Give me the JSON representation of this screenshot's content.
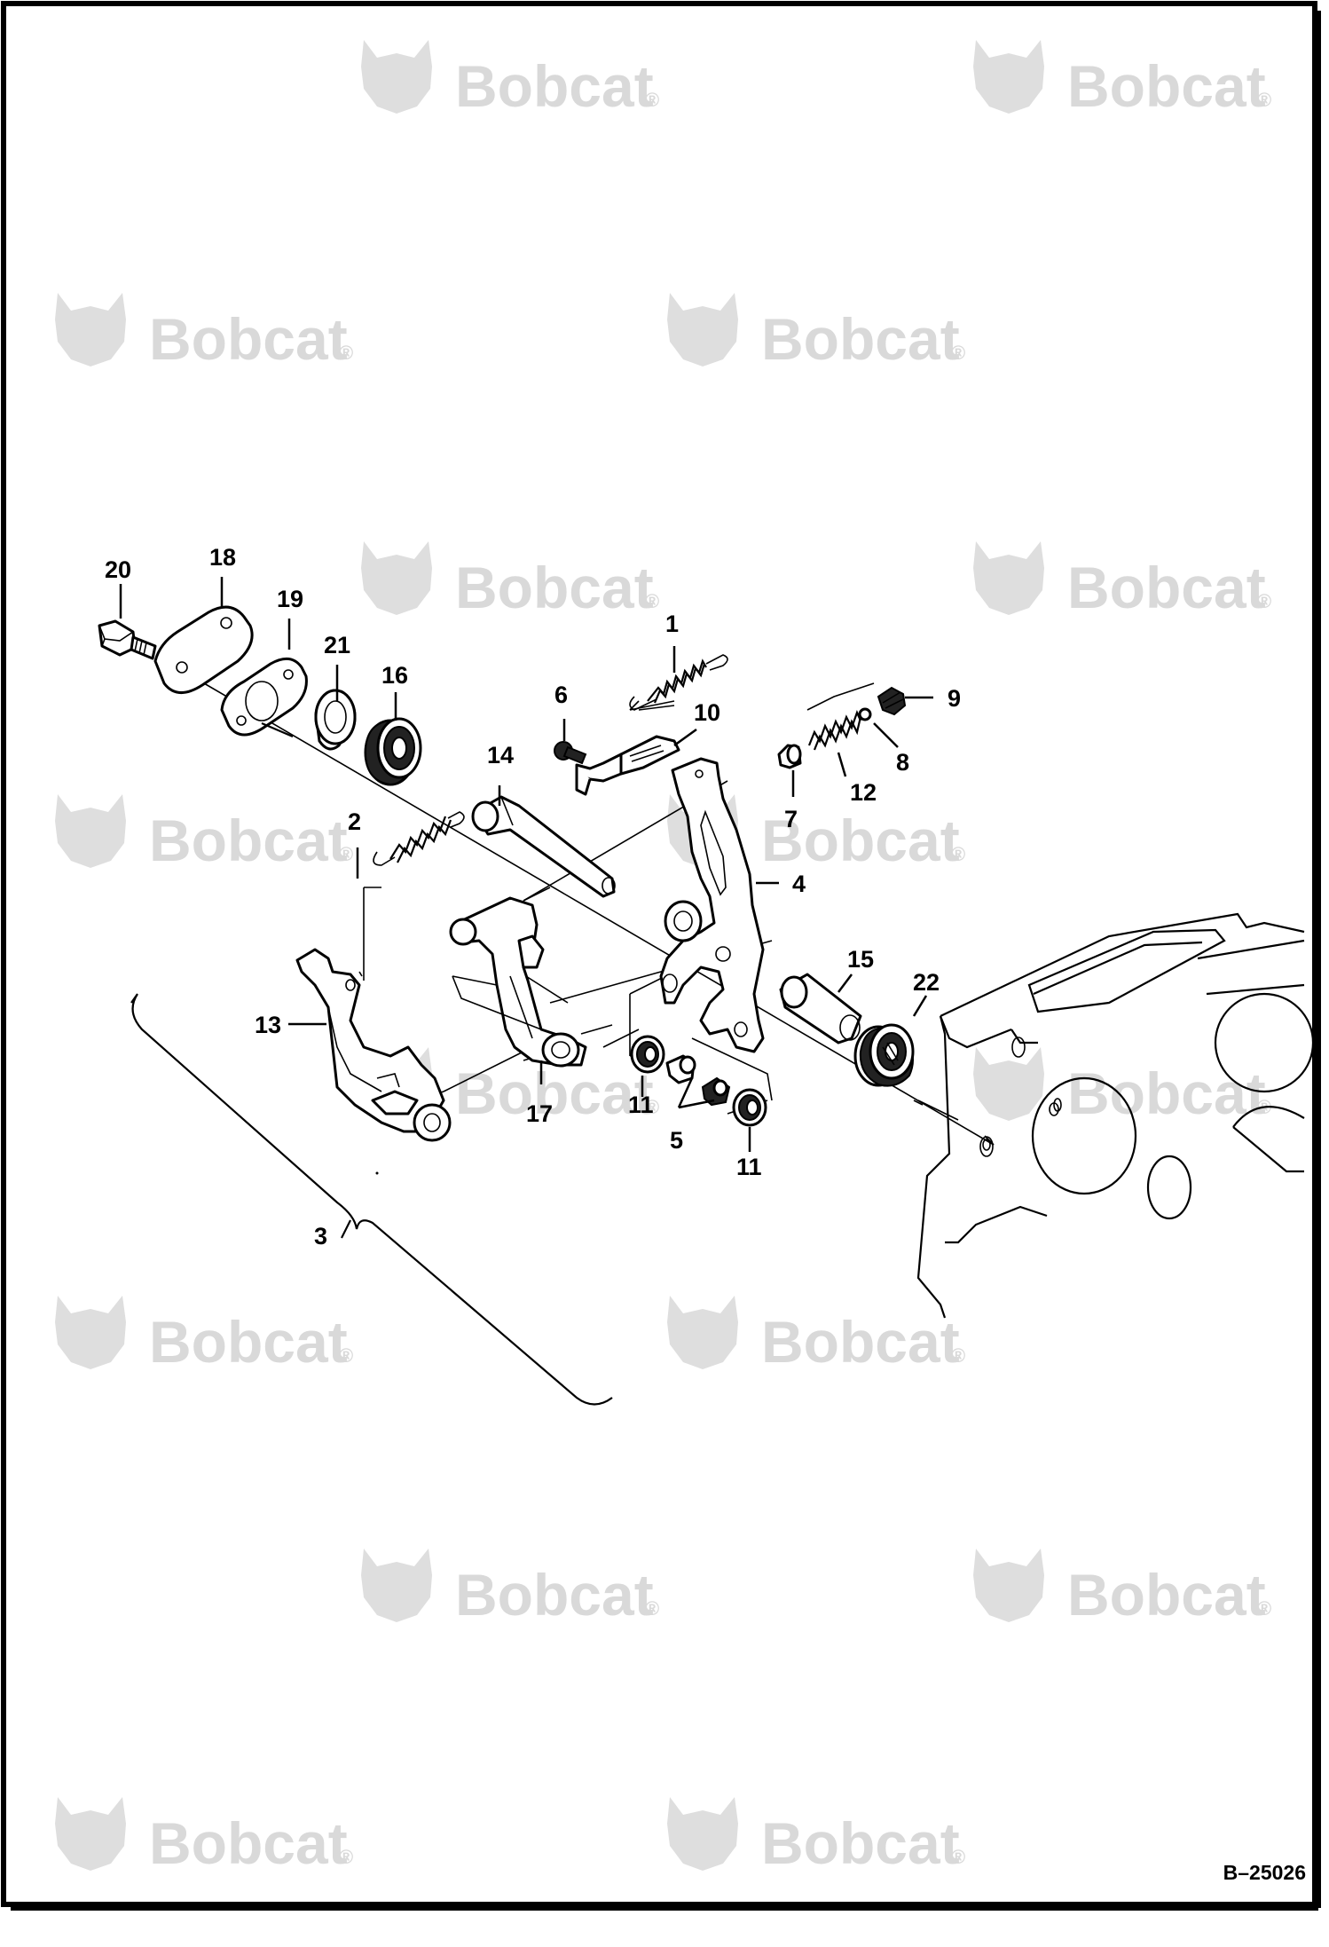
{
  "drawing_ref": "B–25026",
  "watermark": {
    "brand": "Bobcat",
    "mark": "®"
  },
  "callouts": [
    {
      "id": "1",
      "label": "1"
    },
    {
      "id": "2",
      "label": "2"
    },
    {
      "id": "3",
      "label": "3"
    },
    {
      "id": "4",
      "label": "4"
    },
    {
      "id": "5",
      "label": "5"
    },
    {
      "id": "6",
      "label": "6"
    },
    {
      "id": "7",
      "label": "7"
    },
    {
      "id": "8",
      "label": "8"
    },
    {
      "id": "9",
      "label": "9"
    },
    {
      "id": "10",
      "label": "10"
    },
    {
      "id": "11a",
      "label": "11"
    },
    {
      "id": "11b",
      "label": "11"
    },
    {
      "id": "12",
      "label": "12"
    },
    {
      "id": "13",
      "label": "13"
    },
    {
      "id": "14",
      "label": "14"
    },
    {
      "id": "15",
      "label": "15"
    },
    {
      "id": "16",
      "label": "16"
    },
    {
      "id": "17",
      "label": "17"
    },
    {
      "id": "18",
      "label": "18"
    },
    {
      "id": "19",
      "label": "19"
    },
    {
      "id": "20",
      "label": "20"
    },
    {
      "id": "21",
      "label": "21"
    },
    {
      "id": "22",
      "label": "22"
    }
  ]
}
